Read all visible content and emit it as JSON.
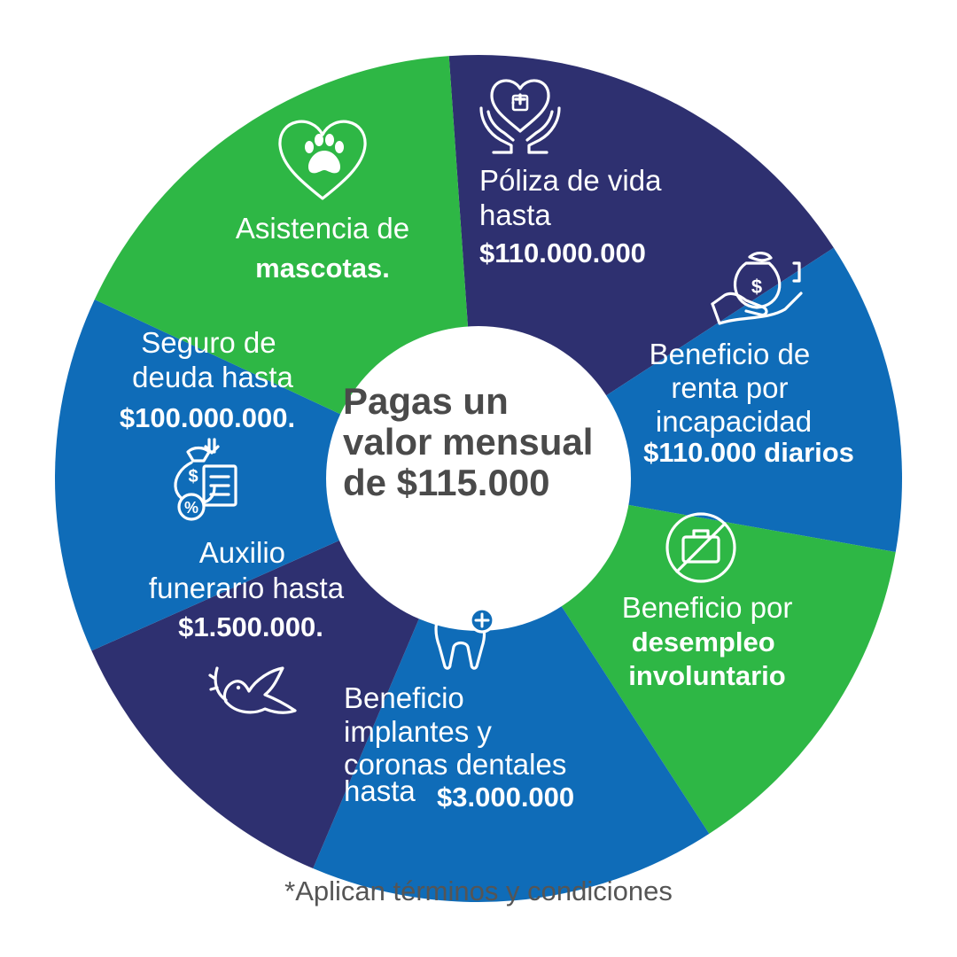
{
  "center": {
    "line1": "Pagas un",
    "line2": "valor mensual",
    "line3": "de $115.000"
  },
  "segments": {
    "poliza": {
      "line1": "Póliza de vida",
      "line2": "hasta",
      "amount": "$110.000.000",
      "icon": "hands-heart-icon",
      "color": "#2e3070"
    },
    "renta": {
      "line1": "Beneficio de",
      "line2": "renta por",
      "line3": "incapacidad",
      "amount": "$110.000",
      "suffix": "diarios",
      "icon": "hand-money-bag-icon",
      "color": "#0f6cb8"
    },
    "desempleo": {
      "line1": "Beneficio por",
      "bold1": "desempleo",
      "bold2": "involuntario",
      "icon": "no-briefcase-icon",
      "color": "#2eb745"
    },
    "dental": {
      "line1": "Beneficio",
      "line2": "implantes y",
      "line3": "coronas dentales",
      "line4": "hasta",
      "amount": "$3.000.000",
      "icon": "tooth-plus-icon",
      "color": "#0f6cb8"
    },
    "funerario": {
      "line1": "Auxilio",
      "line2": "funerario hasta",
      "amount": "$1.500.000.",
      "icon": "dove-icon",
      "color": "#2e3070"
    },
    "deuda": {
      "line1": "Seguro de",
      "line2": "deuda hasta",
      "amount": "$100.000.000.",
      "icon": "money-bag-document-icon",
      "color": "#0f6cb8"
    },
    "mascotas": {
      "line1": "Asistencia de",
      "bold1": "mascotas.",
      "icon": "paw-heart-icon",
      "color": "#2eb745"
    }
  },
  "footnote": "*Aplican términos y condiciones"
}
